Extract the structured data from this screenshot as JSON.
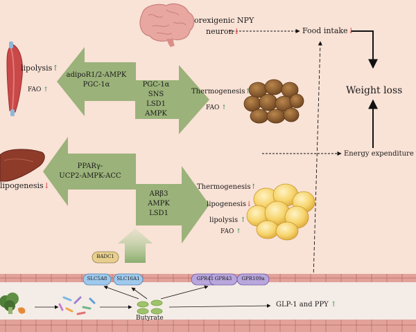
{
  "brain": {
    "label_line1": "orexigenic NPY",
    "label_line2": "neuron",
    "arrow": "↓"
  },
  "food_intake": {
    "label": "Food intake",
    "arrow": "↓"
  },
  "weight_loss": {
    "label": "Weight loss"
  },
  "energy_expenditure": {
    "label": "Energy expenditure",
    "arrow": "↑"
  },
  "muscle": {
    "lipolysis": "lipolysis",
    "lipolysis_arrow": "↑",
    "fao": "FAO",
    "fao_arrow": "↑",
    "pathway_line1": "adipoR1/2-AMPK",
    "pathway_line2": "PGC-1α"
  },
  "brown_fat": {
    "pathway": [
      "PGC-1α",
      "SNS",
      "LSD1",
      "AMPK"
    ],
    "thermogenesis": "Thermogenesis",
    "thermogenesis_arrow": "↑",
    "fao": "FAO",
    "fao_arrow": "↑"
  },
  "liver": {
    "pathway_line1": "PPARγ-",
    "pathway_line2": "UCP2-AMPK-ACC",
    "lipogenesis": "lipogenesis",
    "lipogenesis_arrow": "↓"
  },
  "white_fat": {
    "pathway": [
      "ARβ3",
      "AMPK",
      "LSD1"
    ],
    "thermogenesis": "Thermogenesis",
    "thermogenesis_arrow": "↑",
    "lipogenesis": "lipogenesis",
    "lipogenesis_arrow": "↓",
    "lipolysis": "lipolysis",
    "lipolysis_arrow": "↑",
    "fao": "FAO",
    "fao_arrow": "↑"
  },
  "gut": {
    "badc1": "BADC1",
    "transporters": [
      "SLC5A8",
      "SLC16A1"
    ],
    "receptors": [
      "GPR41",
      "GPR43",
      "GPR109a"
    ],
    "butyrate": "Butyrate",
    "glp1_ppy": "GLP-1 and PPY",
    "glp1_ppy_arrow": "↑"
  },
  "colors": {
    "background": "#f9e2d6",
    "arrow_green": "#9bb27a",
    "transporter_blue": "#9fc9ec",
    "receptor_purple": "#b8a6dc",
    "badc1_gold": "#e8cf8e",
    "brown_fat": "#8a5a2b",
    "white_fat": "#f4cf62"
  }
}
